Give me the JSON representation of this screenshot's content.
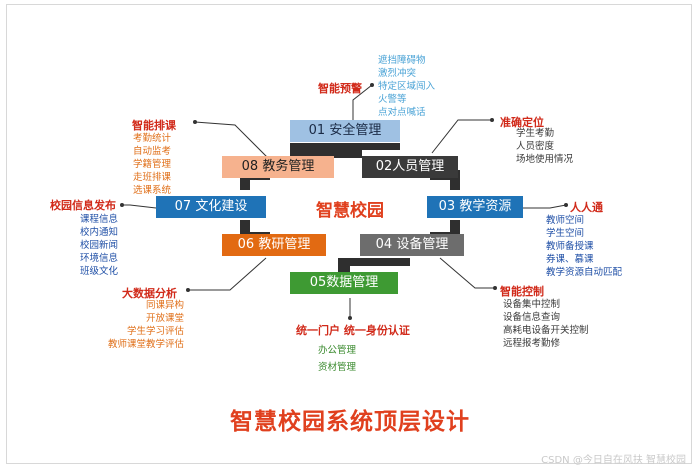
{
  "center_title": "智慧校园",
  "modules": {
    "m01": "01 安全管理",
    "m02": "02人员管理",
    "m03": "03 教学资源",
    "m04": "04 设备管理",
    "m05": "05数据管理",
    "m06": "06 教研管理",
    "m07": "07 文化建设",
    "m08": "08 教务管理"
  },
  "annotations": {
    "warning": {
      "head": "智能预警",
      "items": [
        "遮挡障碍物",
        "激烈冲突",
        "特定区域闯入",
        "火警等",
        "点对点喊话"
      ]
    },
    "positioning": {
      "head": "准确定位",
      "items": [
        "学生考勤",
        "人员密度",
        "场地使用情况"
      ]
    },
    "everyone": {
      "head": "人人通",
      "items": [
        "教师空间",
        "学生空间",
        "教师备授课",
        "券课、慕课",
        "教学资源自动匹配"
      ]
    },
    "control": {
      "head": "智能控制",
      "items": [
        "设备集中控制",
        "设备信息查询",
        "高耗电设备开关控制",
        "远程报考勤修"
      ]
    },
    "portal": {
      "head": "统一门户  统一身份认证",
      "items": [
        "办公管理",
        "资材管理"
      ]
    },
    "bigdata": {
      "head": "大数据分析",
      "items": [
        "同课异构",
        "开放课堂",
        "学生学习评估",
        "教师课堂教学评估"
      ]
    },
    "info": {
      "head": "校园信息发布",
      "items": [
        "课程信息",
        "校内通知",
        "校园新闻",
        "环境信息",
        "班级文化"
      ]
    },
    "schedule": {
      "head": "智能排课",
      "items": [
        "考勤统计",
        "自动监考",
        "学籍管理",
        "走班排课",
        "选课系统"
      ]
    }
  },
  "bottom_title": "智慧校园系统顶层设计",
  "watermark": "CSDN @今日自在风扶 智慧校园"
}
